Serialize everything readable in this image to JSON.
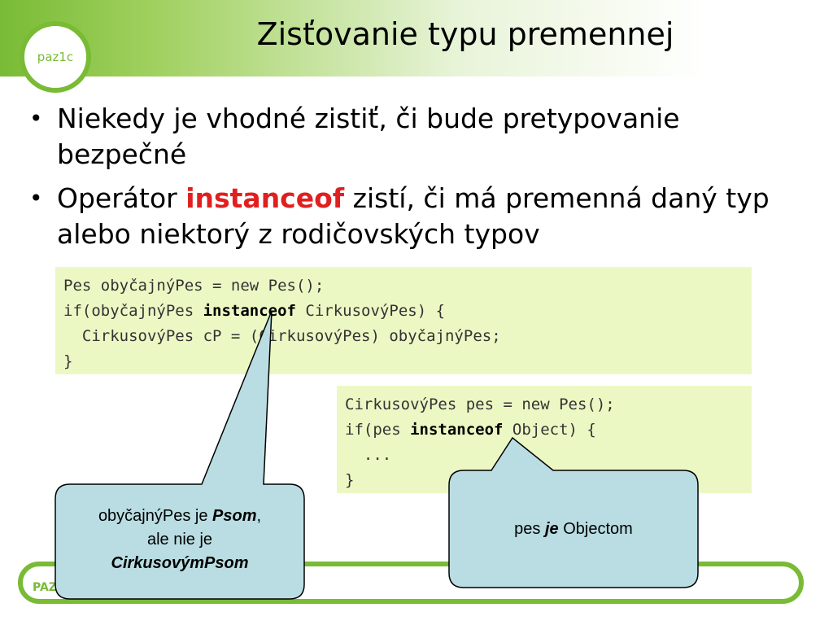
{
  "logo": {
    "text": "paz1c"
  },
  "title": "Zisťovanie typu premennej",
  "bullets": [
    {
      "marker": "•",
      "before": "Niekedy je vhodné zistiť, či bude pretypovanie bezpečné",
      "keyword": "",
      "after": ""
    },
    {
      "marker": "•",
      "before": "Operátor ",
      "keyword": "instanceof",
      "after": " zistí, či má premenná daný typ alebo niektorý z rodičovských typov"
    }
  ],
  "code1": {
    "line1": "Pes obyčajnýPes = new Pes();",
    "line2_a": "if(obyčajnýPes ",
    "line2_kw": "instanceof",
    "line2_b": " CirkusovýPes) {",
    "line3": "  CirkusovýPes cP = (CirkusovýPes) obyčajnýPes;",
    "line4": "}"
  },
  "code2": {
    "line1": "CirkusovýPes pes = new Pes();",
    "line2_a": "if(pes ",
    "line2_kw": "instanceof",
    "line2_b": " Object) {",
    "line3": "  ...",
    "line4": "}"
  },
  "callout1": {
    "t1": "obyčajnýPes je ",
    "t2": "Psom",
    "t3": ",",
    "t4": "ale nie je",
    "t5": "CirkusovýmPsom"
  },
  "callout2": {
    "t1": "pes ",
    "t2": "je",
    "t3": " Objectom"
  },
  "footer": {
    "text": "PAZ"
  },
  "colors": {
    "accent": "#79bb35",
    "keyword": "#e02020",
    "code_bg": "#ecf8c4",
    "callout_fill": "#b9dde3"
  }
}
